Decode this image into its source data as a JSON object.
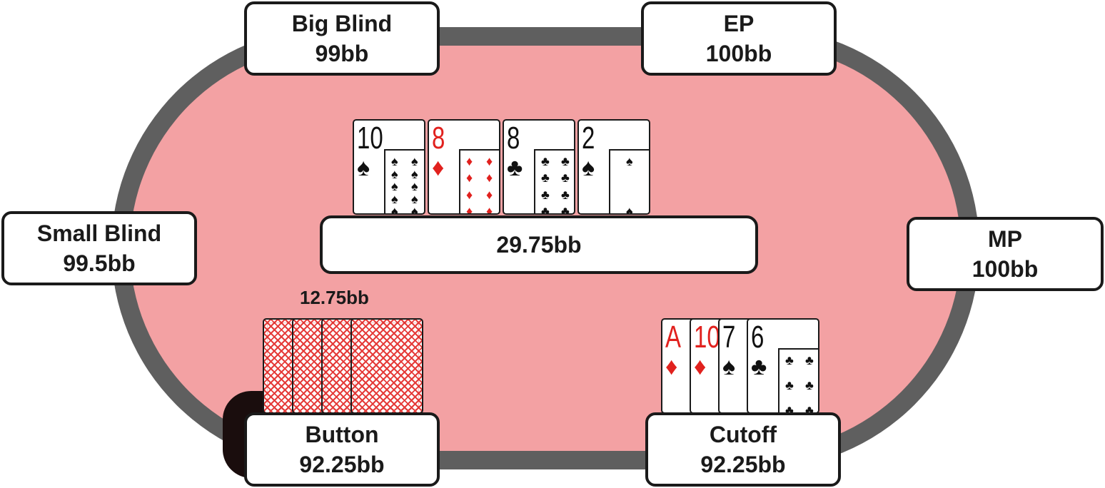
{
  "colors": {
    "felt": "#f3a1a3",
    "rail": "#5f5f5f",
    "red_suit": "#e1211e",
    "black_suit": "#111111"
  },
  "seats": {
    "big_blind": {
      "name": "Big Blind",
      "stack": "99bb"
    },
    "ep": {
      "name": "EP",
      "stack": "100bb"
    },
    "small_blind": {
      "name": "Small Blind",
      "stack": "99.5bb"
    },
    "mp": {
      "name": "MP",
      "stack": "100bb"
    },
    "button": {
      "name": "Button",
      "stack": "92.25bb"
    },
    "cutoff": {
      "name": "Cutoff",
      "stack": "92.25bb"
    }
  },
  "pot": "29.75bb",
  "button_bet": "12.75bb",
  "board": [
    {
      "rank": "10",
      "suit": "♠",
      "suit_name": "spades"
    },
    {
      "rank": "8",
      "suit": "♦",
      "suit_name": "diamonds"
    },
    {
      "rank": "8",
      "suit": "♣",
      "suit_name": "clubs"
    },
    {
      "rank": "2",
      "suit": "♠",
      "suit_name": "spades"
    }
  ],
  "cutoff_hand": [
    {
      "rank": "A",
      "suit": "♦",
      "suit_name": "diamonds"
    },
    {
      "rank": "10",
      "suit": "♦",
      "suit_name": "diamonds"
    },
    {
      "rank": "7",
      "suit": "♠",
      "suit_name": "spades"
    },
    {
      "rank": "6",
      "suit": "♣",
      "suit_name": "clubs"
    }
  ],
  "button_hand_face_down_count": 4
}
